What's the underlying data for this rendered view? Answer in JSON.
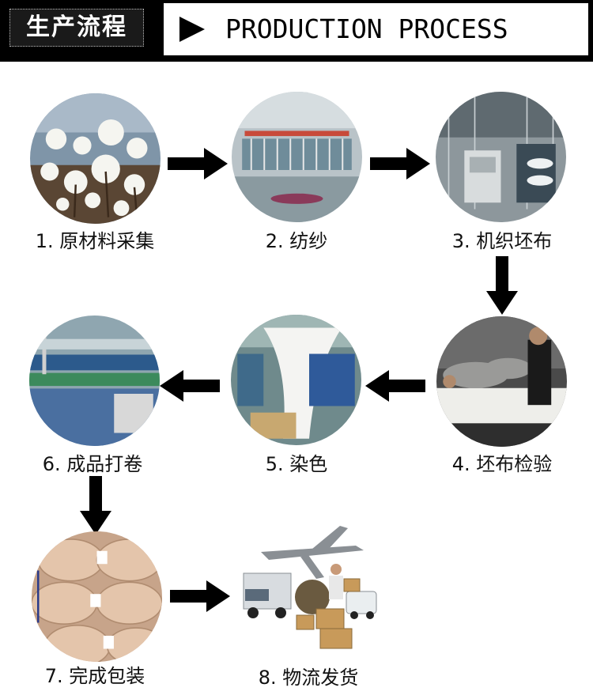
{
  "header": {
    "title_zh": "生产流程",
    "title_en": "PRODUCTION PROCESS"
  },
  "steps": [
    {
      "label": "1. 原材料采集",
      "photo": "cotton-field-photo"
    },
    {
      "label": "2. 纺纱",
      "photo": "spinning-mill-photo"
    },
    {
      "label": "3. 机织坯布",
      "photo": "weaving-machine-photo"
    },
    {
      "label": "4. 坯布检验",
      "photo": "fabric-inspection-photo"
    },
    {
      "label": "5. 染色",
      "photo": "dyeing-machine-photo"
    },
    {
      "label": "6. 成品打卷",
      "photo": "rolling-machine-photo"
    },
    {
      "label": "7. 完成包装",
      "photo": "packaged-rolls-photo"
    },
    {
      "label": "8. 物流发货",
      "photo": "logistics-photo"
    }
  ],
  "colors": {
    "header_bg": "#000000",
    "arrow": "#000000",
    "text": "#111111"
  }
}
